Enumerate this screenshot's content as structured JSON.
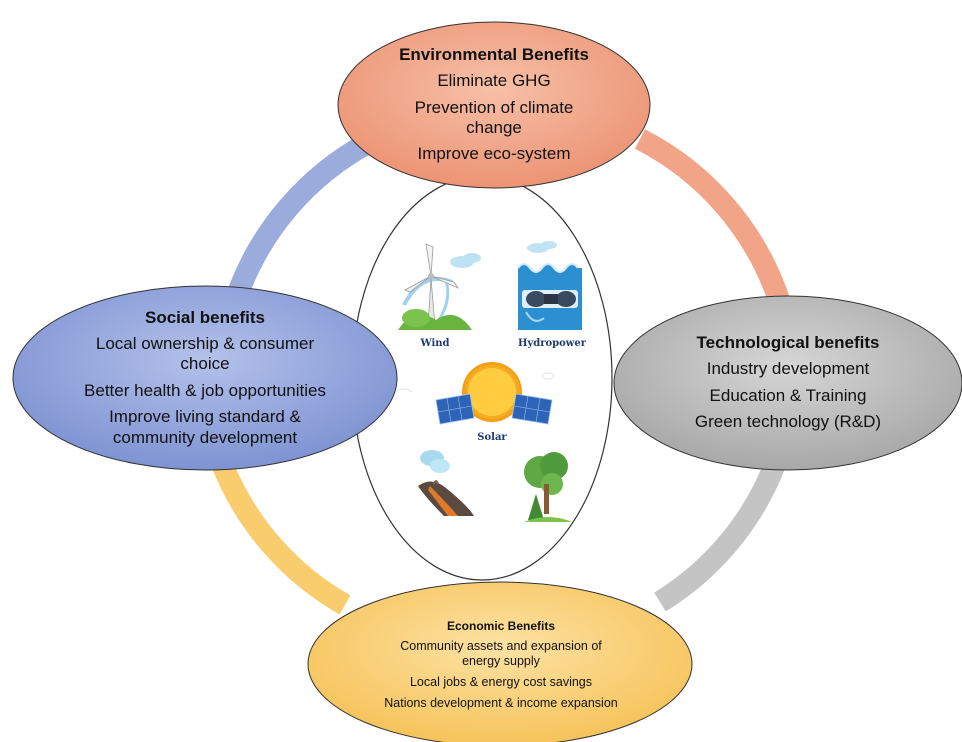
{
  "environmental": {
    "title": "Environmental Benefits",
    "items": [
      "Eliminate GHG",
      "Prevention of climate change",
      "Improve eco-system"
    ]
  },
  "social": {
    "title": "Social benefits",
    "items": [
      "Local ownership & consumer choice",
      "Better health & job opportunities",
      "Improve living standard & community development"
    ]
  },
  "technological": {
    "title": "Technological benefits",
    "items": [
      "Industry development",
      "Education & Training",
      "Green technology (R&D)"
    ]
  },
  "economic": {
    "title": "Economic Benefits",
    "items": [
      "Community assets and expansion of energy supply",
      "Local jobs & energy cost savings",
      "Nations development & income expansion"
    ]
  },
  "sources": {
    "wind": "Wind",
    "hydropower": "Hydropower",
    "solar": "Solar"
  },
  "colors": {
    "environmental": "#f2a488",
    "social": "#8fa2d8",
    "technological": "#b3b3b3",
    "economic": "#f9cd6e"
  }
}
